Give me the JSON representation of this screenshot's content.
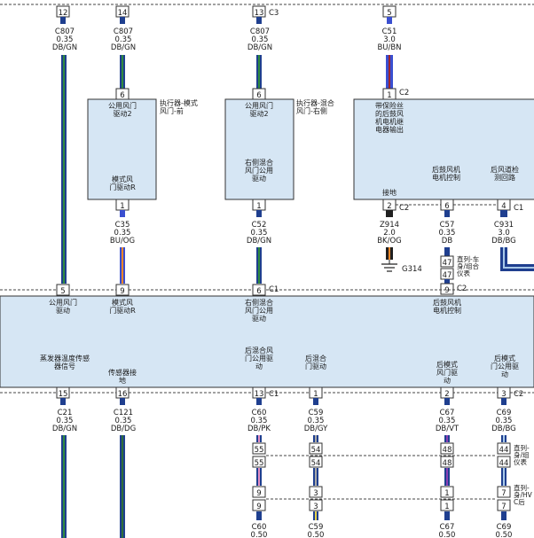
{
  "colors": {
    "box_fill": "#d6e6f4",
    "box_stroke": "#333333",
    "DB": "#1f3f8f",
    "GN": "#2f8a3f",
    "BU": "#3a4fd0",
    "BN": "#a0252a",
    "PK": "#e58fc4",
    "GY": "#a8a8a8",
    "VT": "#8a3fb5",
    "OG": "#f0872a",
    "BK": "#202020",
    "DG": "#2e6e3a",
    "BG": "#a8c8e8"
  },
  "pins_top": [
    {
      "num": "12",
      "label": "",
      "wire": [
        "C807",
        "0.35",
        "DB/GN"
      ]
    },
    {
      "num": "14",
      "label": "",
      "wire": [
        "C807",
        "0.35",
        "DB/GN"
      ]
    },
    {
      "num": "13",
      "label": "C3",
      "wire": [
        "C807",
        "0.35",
        "DB/GN"
      ]
    },
    {
      "num": "5",
      "label": "",
      "wire": [
        "C51",
        "3.0",
        "BU/BN"
      ]
    }
  ],
  "actuators": [
    {
      "pin": "6",
      "title": [
        "执行器-模式",
        "风门-前"
      ],
      "inner": [
        "公用风门",
        "驱动2"
      ],
      "inner_bottom": [
        "模式风",
        "门驱动R"
      ],
      "pin_bottom": "1",
      "wire": [
        "C35",
        "0.35",
        "BU/OG"
      ]
    },
    {
      "pin": "6",
      "title": [
        "执行器-混合",
        "风门-右侧"
      ],
      "inner": [
        "公用风门",
        "驱动2"
      ],
      "inner_bottom": [
        "右侧混合",
        "风门公用",
        "驱动"
      ],
      "pin_bottom": "1",
      "wire": [
        "C52",
        "0.35",
        "DB/GN"
      ]
    }
  ],
  "relay": {
    "pin": "1",
    "label": "C2",
    "inner": [
      "带保险丝",
      "的后鼓风",
      "机电机继",
      "电器输出"
    ],
    "ground_label": "接地",
    "mid_label": [
      "后鼓风机",
      "电机控制"
    ],
    "right_label": [
      "后风道检",
      "测回路"
    ]
  },
  "relay_pins": [
    {
      "num": "2",
      "label": "C2",
      "wire": [
        "Z914",
        "2.0",
        "BK/OG"
      ]
    },
    {
      "num": "6",
      "label": "",
      "wire": [
        "C57",
        "0.35",
        "DB"
      ]
    },
    {
      "num": "4",
      "label": "C1",
      "wire": [
        "C931",
        "3.0",
        "DB/BG"
      ]
    }
  ],
  "ground": "G314",
  "inline_conn": {
    "pins": [
      "47",
      "47"
    ],
    "note": [
      "直列-车",
      "身/组合",
      "仪表"
    ],
    "pin_c2": "9",
    "label_c2": "C2"
  },
  "module_top_pins": [
    {
      "num": "5",
      "label": "",
      "text": [
        "公用风门",
        "驱动"
      ]
    },
    {
      "num": "9",
      "label": "",
      "text": [
        "模式风",
        "门驱动R"
      ]
    },
    {
      "num": "6",
      "label": "C1",
      "text": [
        "右侧混合",
        "风门公用",
        "驱动"
      ]
    }
  ],
  "module_mid_text": {
    "evap": [
      "蒸发器温度传感",
      "器信号"
    ],
    "sensor_gnd": [
      "传感器接",
      "地"
    ],
    "rear_mix": [
      "后混合风",
      "门公用驱",
      "动"
    ],
    "rear_mix2": [
      "后混合",
      "门驱动"
    ],
    "rear_blower": [
      "后鼓风机",
      "电机控制"
    ],
    "rear_mode": [
      "后模式",
      "风门驱",
      "动"
    ],
    "rear_common": [
      "后模式",
      "门公用驱",
      "动"
    ]
  },
  "module_bottom_pins": [
    {
      "num": "15",
      "label": "",
      "wire": [
        "C21",
        "0.35",
        "DB/GN"
      ]
    },
    {
      "num": "16",
      "label": "",
      "wire": [
        "C121",
        "0.35",
        "DB/DG"
      ]
    },
    {
      "num": "13",
      "label": "C1",
      "wire": [
        "C60",
        "0.35",
        "DB/PK"
      ]
    },
    {
      "num": "1",
      "label": "",
      "wire": [
        "C59",
        "0.35",
        "DB/GY"
      ]
    },
    {
      "num": "2",
      "label": "",
      "wire": [
        "C67",
        "0.35",
        "DB/VT"
      ]
    },
    {
      "num": "3",
      "label": "C2",
      "wire": [
        "C69",
        "0.35",
        "DB/BG"
      ]
    }
  ],
  "lower_conns": [
    {
      "pins": [
        "55",
        "55"
      ],
      "pins2": [
        "9",
        "9"
      ]
    },
    {
      "pins": [
        "54",
        "54"
      ],
      "pins2": [
        "3",
        "3"
      ]
    },
    {
      "pins": [
        "48",
        "48"
      ],
      "pins2": [
        "1",
        "1"
      ]
    },
    {
      "pins": [
        "44",
        "44"
      ],
      "pins2": [
        "7",
        "7"
      ]
    }
  ],
  "lower_notes": {
    "a": [
      "直列-",
      "身/组",
      "仪表"
    ],
    "b": [
      "直列-",
      "身/HV",
      "C后"
    ]
  },
  "bottom_wires": [
    {
      "name": "C60",
      "size": "0.50"
    },
    {
      "name": "C59",
      "size": "0.50"
    },
    {
      "name": "C67",
      "size": "0.50"
    },
    {
      "name": "C69",
      "size": "0.50"
    }
  ]
}
